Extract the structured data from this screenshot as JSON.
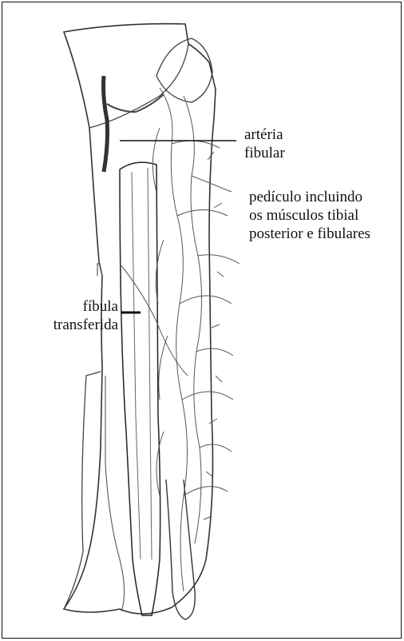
{
  "labels": {
    "arteria_fibular": "artéria\nfibular",
    "pediculo": "pedículo incluindo\nos músculos tibial\nposterior e fibulares",
    "fibula_transferida": "fíbula\ntransferida"
  }
}
